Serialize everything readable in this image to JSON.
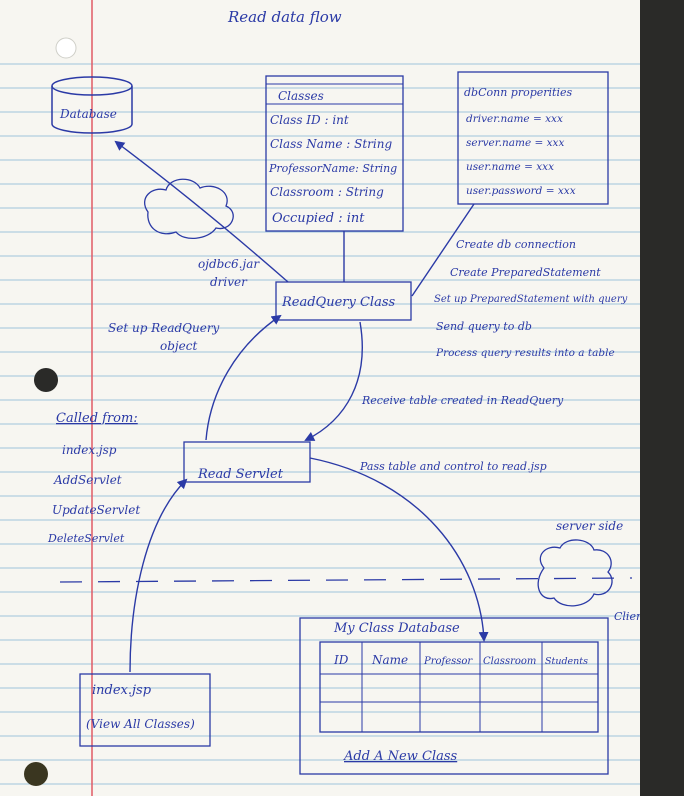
{
  "title": "Read data flow",
  "database": {
    "label": "Database"
  },
  "classes": {
    "header": "Classes",
    "fields": [
      "Class ID : int",
      "Class Name : String",
      "ProfessorName: String",
      "Classroom : String",
      "Occupied : int"
    ]
  },
  "db_conn": {
    "header": "dbConn properities",
    "fields": [
      "driver.name = xxx",
      "server.name = xxx",
      "user.name = xxx",
      "user.password = xxx"
    ]
  },
  "driver": {
    "line1": "ojdbc6.jar",
    "line2": "driver"
  },
  "read_query": {
    "label": "ReadQuery Class"
  },
  "read_query_steps": [
    "Create db connection",
    "Create PreparedStatement",
    "Set up PreparedStatement with query",
    "Send query to db",
    "Process query results into a table"
  ],
  "setup_object": {
    "line1": "Set up ReadQuery",
    "line2": "object"
  },
  "receive_table": "Receive table created in ReadQuery",
  "called_from": {
    "header": "Called from:",
    "items": [
      "index.jsp",
      "AddServlet",
      "UpdateServlet",
      "DeleteServlet"
    ]
  },
  "read_servlet": {
    "label": "Read Servlet"
  },
  "pass_table": "Pass table and control to read.jsp",
  "server_side": "server side",
  "client_side": "Client side",
  "index_box": {
    "line1": "index.jsp",
    "line2": "(View All Classes)"
  },
  "class_db": {
    "title": "My Class Database",
    "columns": [
      "ID",
      "Name",
      "Professor",
      "Classroom",
      "Students"
    ],
    "add_link": "Add A New Class"
  },
  "colors": {
    "ink": "#2b3aa6",
    "paper": "#f7f6f1",
    "rule": "#9fc4dc",
    "margin": "#e05a66"
  }
}
